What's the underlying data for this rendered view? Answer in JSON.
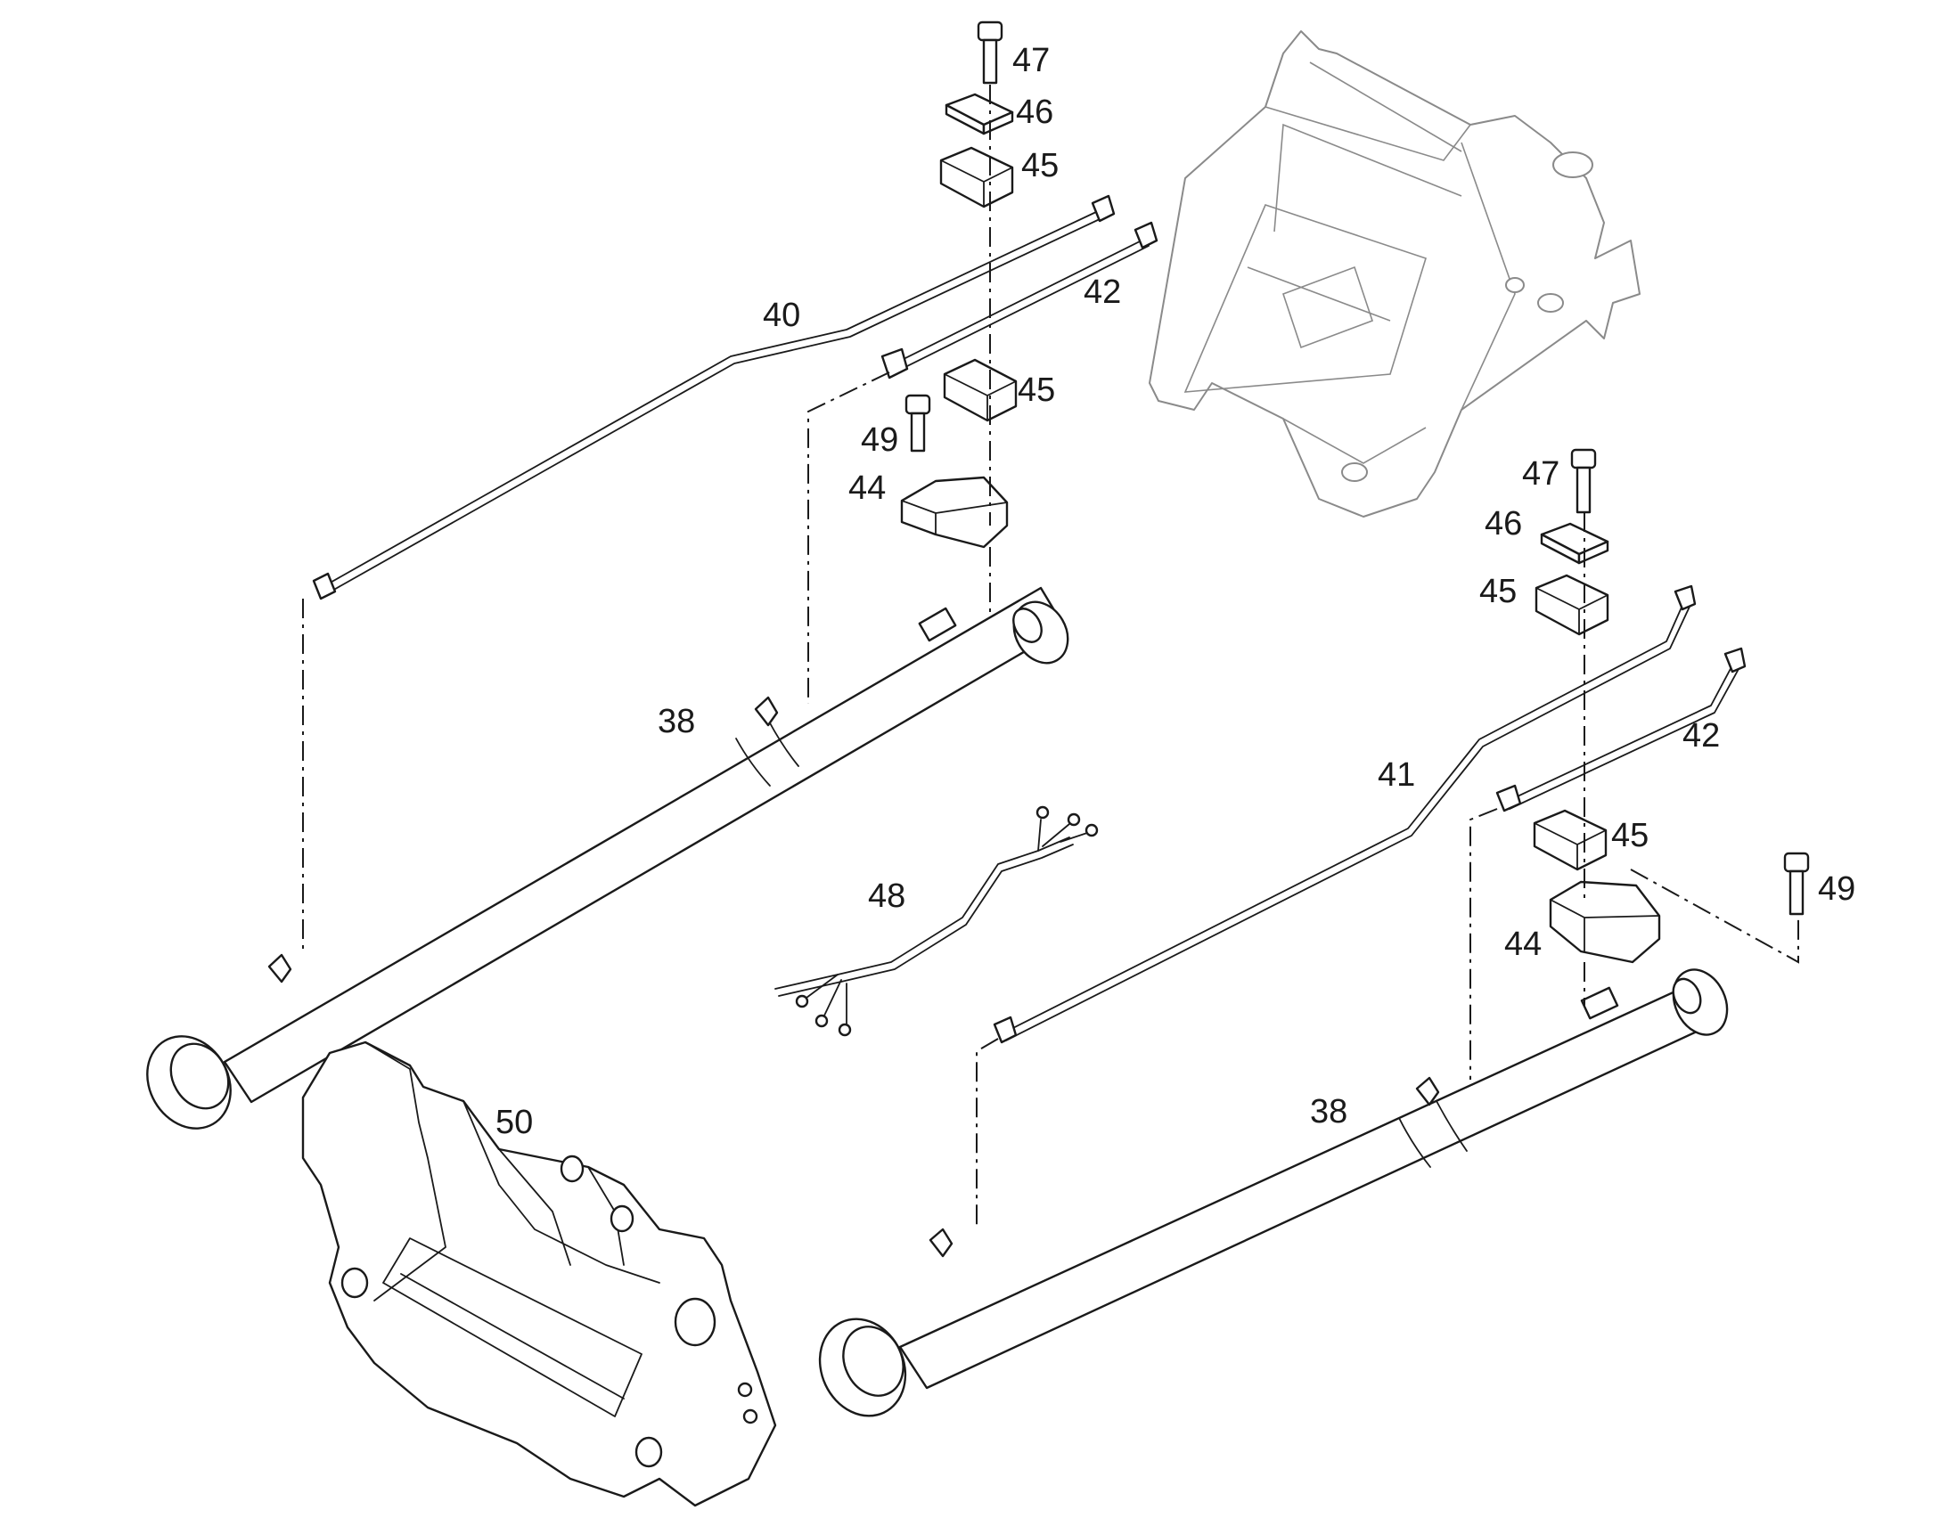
{
  "callouts": {
    "c47_top": "47",
    "c46_top": "46",
    "c45_top": "45",
    "c40": "40",
    "c42_left": "42",
    "c45_mid": "45",
    "c49_left": "49",
    "c44_left": "44",
    "c38_left": "38",
    "c47_right": "47",
    "c46_right": "46",
    "c45_right_top": "45",
    "c42_right": "42",
    "c41": "41",
    "c45_right_mid": "45",
    "c49_right": "49",
    "c44_right": "44",
    "c48": "48",
    "c50": "50",
    "c38_right": "38"
  },
  "colors": {
    "line": "#1a1a1a",
    "ghost": "#8a8a8a",
    "background": "#ffffff"
  }
}
